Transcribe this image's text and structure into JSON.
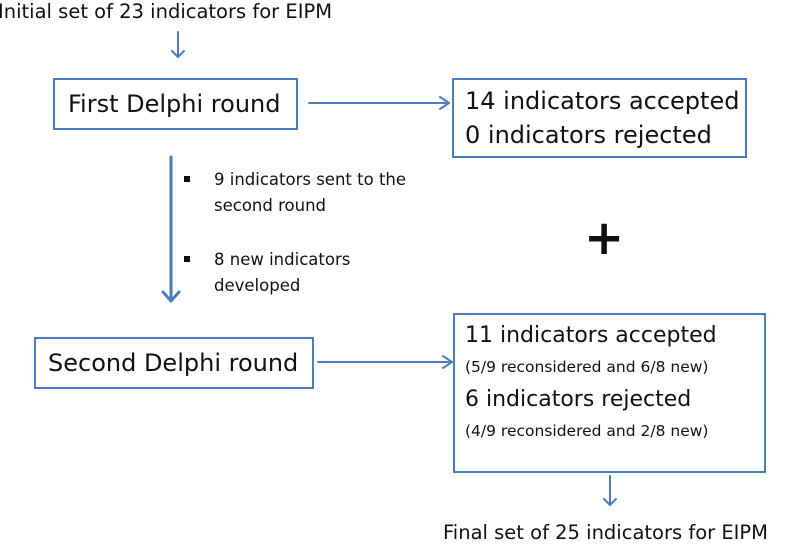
{
  "initial_text": "Initial set of 23 indicators for EIPM",
  "first_round": {
    "label": "First Delphi round"
  },
  "first_results": {
    "accepted": "14 indicators accepted",
    "rejected": "0 indicators rejected"
  },
  "transition_notes": [
    {
      "line1": "9 indicators sent to the",
      "line2": "second round"
    },
    {
      "line1": "8 new indicators",
      "line2": "developed"
    }
  ],
  "plus_sign": "+",
  "second_round": {
    "label": "Second Delphi round"
  },
  "second_results": {
    "accepted": "11 indicators accepted",
    "accepted_detail": "(5/9 reconsidered and 6/8 new)",
    "rejected": "6 indicators rejected",
    "rejected_detail": "(4/9 reconsidered and 2/8 new)"
  },
  "final_text": "Final set of 25 indicators for EIPM",
  "colors": {
    "arrow": "#4a7ebb",
    "box_border": "#4a7ebb",
    "text": "#111111"
  }
}
